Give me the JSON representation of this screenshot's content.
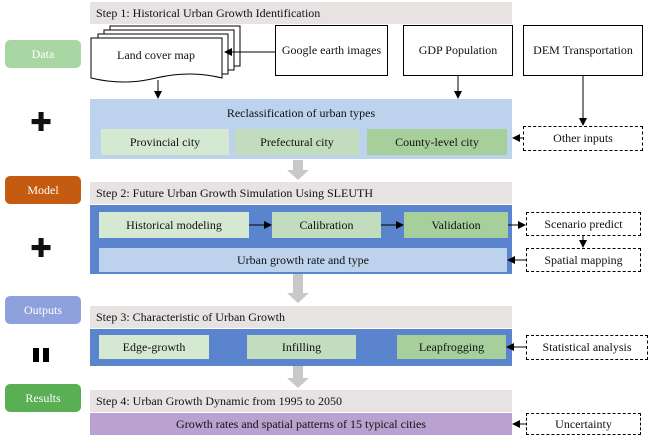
{
  "colors": {
    "data_pill": "#a8d7a3",
    "model_pill": "#c55a11",
    "outputs_pill": "#8fa1dc",
    "results_pill": "#5aaf55",
    "step_bar": "#e6e3e2",
    "light_blue_panel": "#bdd2ec",
    "blue_panel": "#5b84cf",
    "light_green": "#d5e8d2",
    "mid_green": "#c2ddbd",
    "dark_green": "#a7cf9c",
    "purple_bar": "#b9a2d0",
    "arrow_gray": "#c8c8c8"
  },
  "left": {
    "data": "Data",
    "model": "Model",
    "outputs": "Outputs",
    "results": "Results",
    "operators": [
      "plus",
      "plus",
      "pause"
    ]
  },
  "steps": {
    "s1": "Step 1: Historical Urban Growth Identification",
    "s2": "Step 2: Future Urban Growth Simulation Using SLEUTH",
    "s3": "Step 3: Characteristic of Urban Growth",
    "s4": "Step 4: Urban Growth Dynamic from 1995 to 2050"
  },
  "inputs": {
    "land_cover": "Land cover map",
    "google_earth": "Google earth images",
    "gdp_population": "GDP Population",
    "dem_transportation": "DEM Transportation"
  },
  "reclass": {
    "title": "Reclassification of urban types",
    "items": [
      "Provincial city",
      "Prefectural city",
      "County-level city"
    ]
  },
  "model": {
    "items": [
      "Historical modeling",
      "Calibration",
      "Validation"
    ],
    "rate": "Urban growth rate and type"
  },
  "outputs": {
    "items": [
      "Edge-growth",
      "Infilling",
      "Leapfrogging"
    ]
  },
  "results": {
    "bar": "Growth rates and spatial patterns of 15 typical cities"
  },
  "side": {
    "other_inputs": "Other inputs",
    "scenario_predict": "Scenario predict",
    "spatial_mapping": "Spatial mapping",
    "statistical_analysis": "Statistical analysis",
    "uncertainty": "Uncertainty"
  }
}
